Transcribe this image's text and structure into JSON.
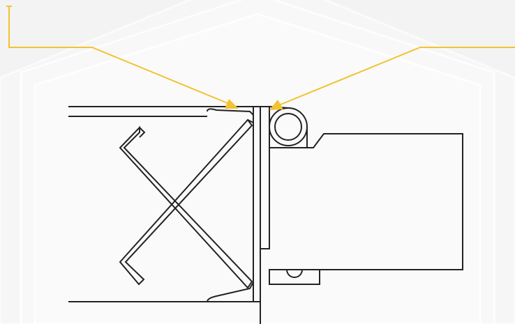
{
  "diagram": {
    "kind": "technical-cross-section",
    "callout_count": 2,
    "callouts": [
      {
        "id": "callout-left",
        "label": ""
      },
      {
        "id": "callout-right",
        "label": ""
      }
    ],
    "colors": {
      "background": "#f3f3f3",
      "hexagon_light": "#f8f8f8",
      "hexagon_lighter": "#fafafa",
      "line": "#222222",
      "callout": "#f2c230"
    }
  }
}
